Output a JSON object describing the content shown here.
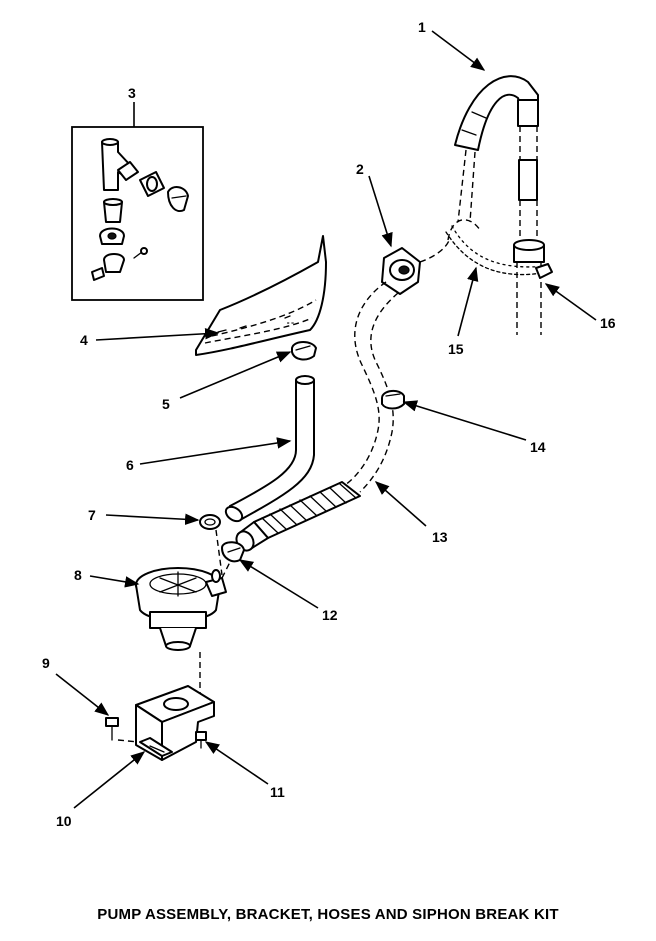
{
  "diagram": {
    "caption": "PUMP ASSEMBLY, BRACKET, HOSES AND SIPHON BREAK KIT",
    "callouts": {
      "c1": "1",
      "c2": "2",
      "c3": "3",
      "c4": "4",
      "c5": "5",
      "c6": "6",
      "c7": "7",
      "c8": "8",
      "c9": "9",
      "c10": "10",
      "c11": "11",
      "c12": "12",
      "c13": "13",
      "c14": "14",
      "c15": "15",
      "c16": "16"
    }
  }
}
